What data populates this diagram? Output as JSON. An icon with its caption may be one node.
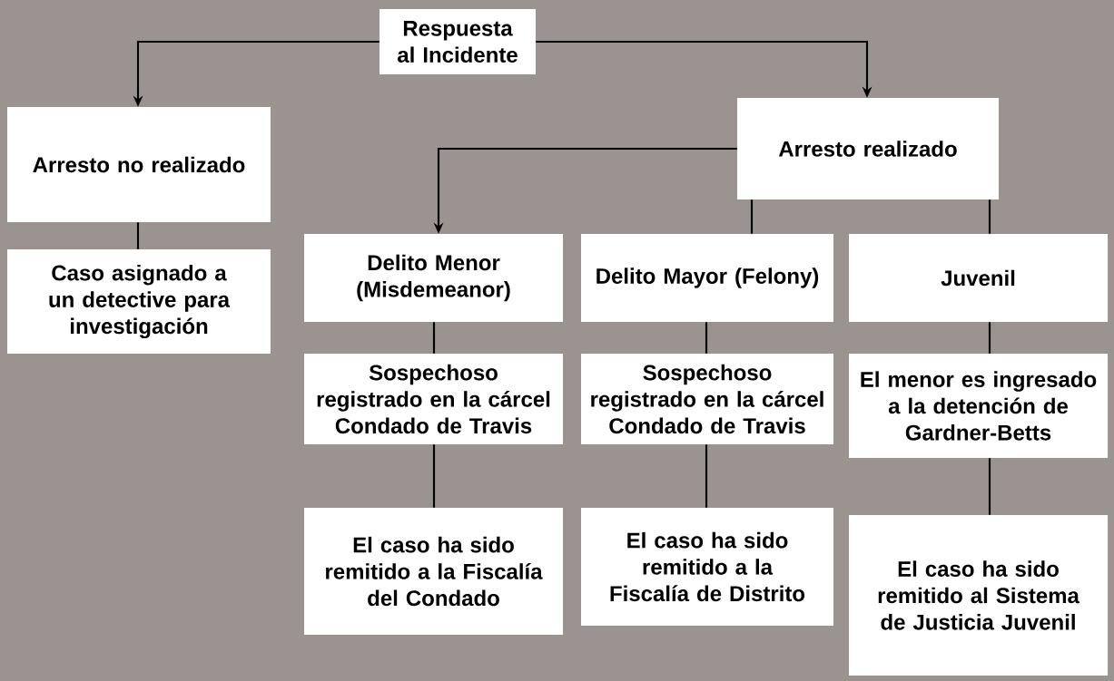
{
  "diagram": {
    "nodes": [
      {
        "text": [
          "Respuesta al Incidente"
        ]
      },
      {
        "text": [
          "Arresto no realizado"
        ]
      },
      {
        "text": [
          "Caso asignado a un detective para investigación"
        ]
      },
      {
        "text": [
          "Arresto realizado"
        ]
      },
      {
        "text": [
          "Delito Menor (Misdemeanor)"
        ]
      },
      {
        "text": [
          "Delito Mayor (Felony)"
        ]
      },
      {
        "text": [
          "Juvenil"
        ]
      },
      {
        "text": [
          "Sospechoso registrado en la cárcel Condado de Travis"
        ]
      },
      {
        "text": [
          "Sospechoso registrado en la cárcel Condado de Travis"
        ]
      },
      {
        "text": [
          "El menor es ingresado a la detención de Gardner-Betts"
        ]
      },
      {
        "text": [
          "El caso ha sido remitido a la Fiscalía del Condado"
        ]
      },
      {
        "text": [
          "El caso ha sido remitido a la Fiscalía de Distrito"
        ]
      },
      {
        "text": [
          "El caso ha sido remitido al Sistema de Justicia Juvenil"
        ]
      }
    ],
    "edges": [
      {
        "from": 0,
        "to": 1,
        "arrow": "to"
      },
      {
        "from": 0,
        "to": 3,
        "arrow": "to"
      },
      {
        "from": 1,
        "to": 2,
        "arrow": "none"
      },
      {
        "from": 3,
        "to": 4,
        "arrow": "to"
      },
      {
        "from": 3,
        "to": 5,
        "arrow": "none"
      },
      {
        "from": 3,
        "to": 6,
        "arrow": "none"
      },
      {
        "from": 4,
        "to": 7,
        "arrow": "none"
      },
      {
        "from": 5,
        "to": 8,
        "arrow": "none"
      },
      {
        "from": 6,
        "to": 9,
        "arrow": "none"
      },
      {
        "from": 7,
        "to": 10,
        "arrow": "none"
      },
      {
        "from": 8,
        "to": 11,
        "arrow": "none"
      },
      {
        "from": 9,
        "to": 12,
        "arrow": "none"
      }
    ]
  }
}
